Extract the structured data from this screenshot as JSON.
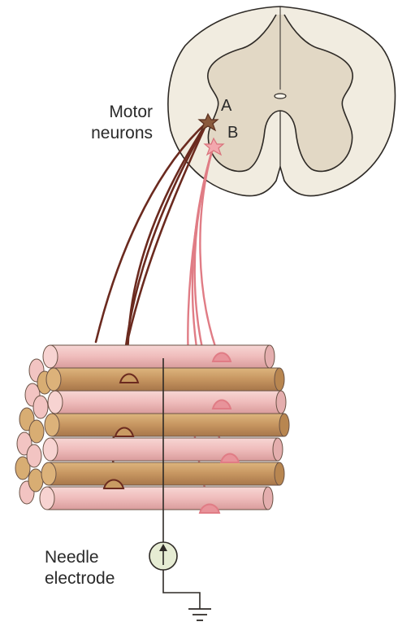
{
  "labels": {
    "motor_neurons_line1": "Motor",
    "motor_neurons_line2": "neurons",
    "neuron_a": "A",
    "neuron_b": "B",
    "needle_line1": "Needle",
    "needle_line2": "electrode"
  },
  "colors": {
    "spinal_cord_white_matter": "#f1ece0",
    "spinal_cord_gray_matter": "#e2d8c5",
    "outline": "#2e2a26",
    "neuron_a": "#6b2a1f",
    "neuron_b": "#e07c85",
    "fiber_pink": "#f2c4c2",
    "fiber_tan": "#c99b63",
    "electrode_fill": "#e6ecd3"
  }
}
